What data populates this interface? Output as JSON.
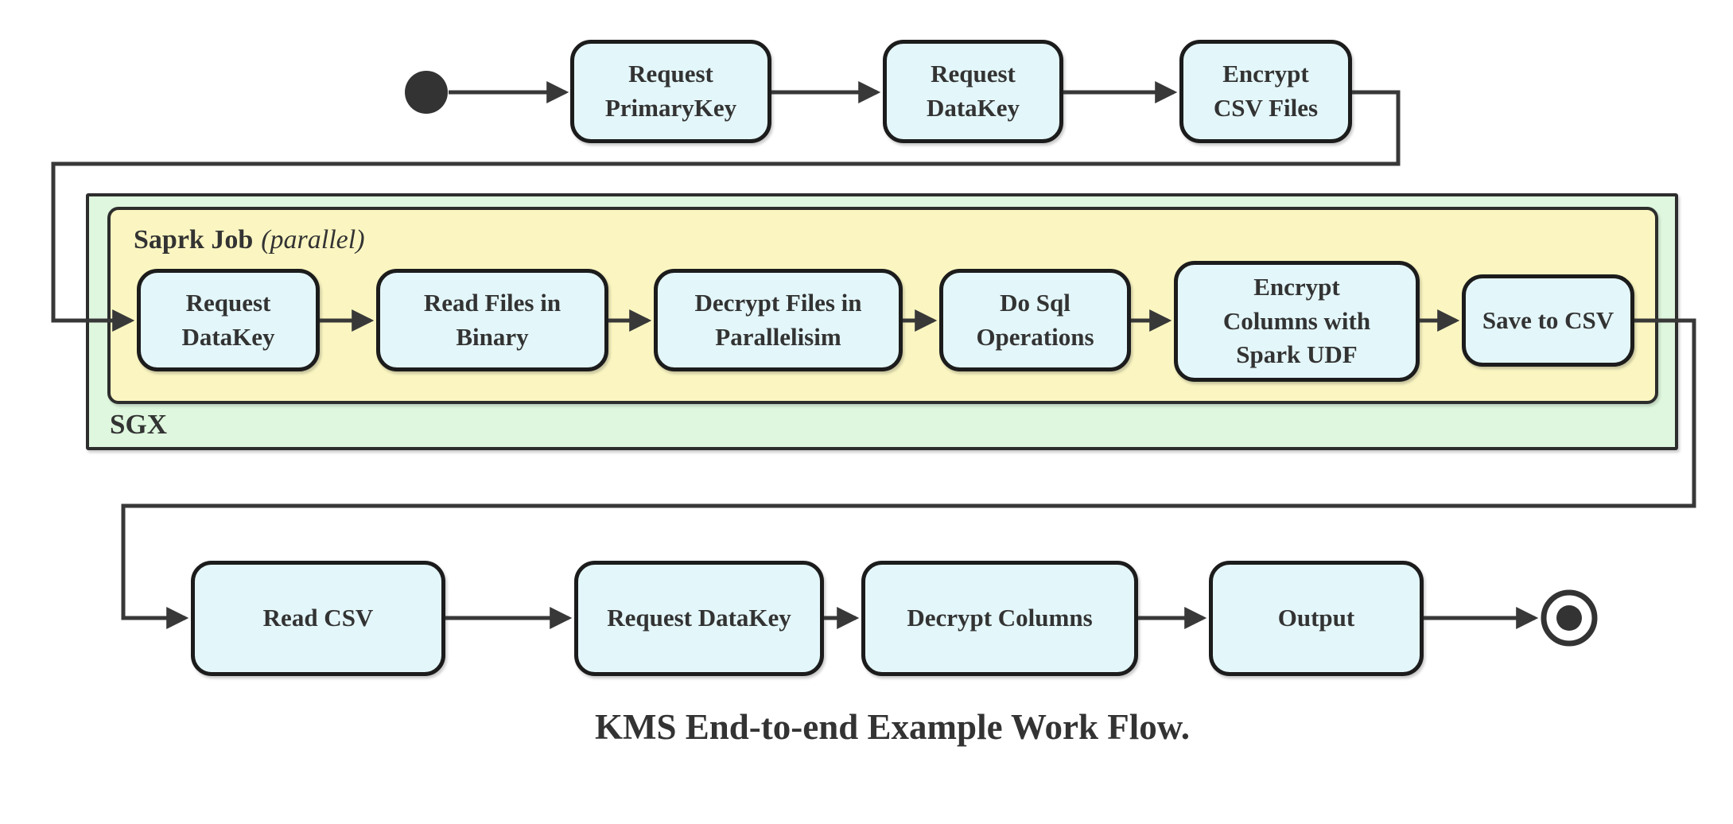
{
  "diagram": {
    "caption": "KMS End-to-end Example Work Flow.",
    "colors": {
      "node_fill": "#e3f6f9",
      "node_border": "#1c1c1c",
      "sgx_container_fill": "#def7de",
      "spark_container_fill": "#fbf6c1",
      "container_border": "#2d2d2d",
      "edge": "#383838",
      "text": "#333333"
    },
    "sgx": {
      "label": "SGX"
    },
    "spark_job": {
      "label": "Saprk Job",
      "annotation": "(parallel)"
    },
    "top_row": [
      {
        "label": "Request\nPrimaryKey"
      },
      {
        "label": "Request\nDataKey"
      },
      {
        "label": "Encrypt\nCSV Files"
      }
    ],
    "spark_row": [
      {
        "label": "Request\nDataKey"
      },
      {
        "label": "Read Files in\nBinary"
      },
      {
        "label": "Decrypt Files in\nParallelisim"
      },
      {
        "label": "Do Sql\nOperations"
      },
      {
        "label": "Encrypt\nColumns with\nSpark UDF"
      },
      {
        "label": "Save to CSV"
      }
    ],
    "bottom_row": [
      {
        "label": "Read CSV"
      },
      {
        "label": "Request DataKey"
      },
      {
        "label": "Decrypt Columns"
      },
      {
        "label": "Output"
      }
    ]
  }
}
